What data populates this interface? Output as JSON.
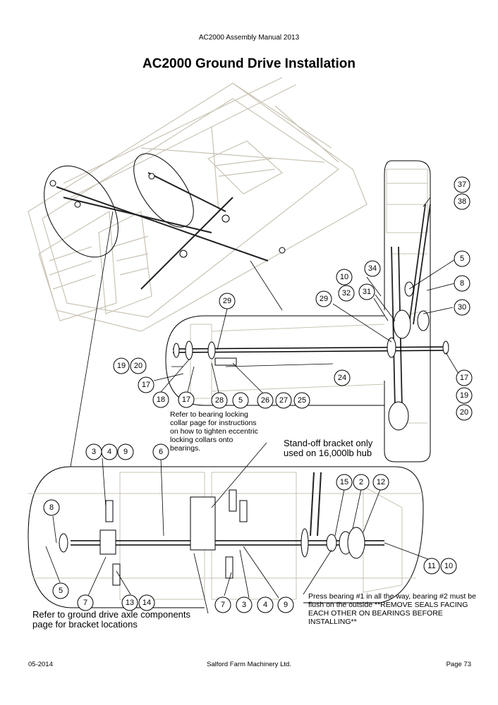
{
  "header": {
    "manual": "AC2000 Assembly Manual 2013"
  },
  "page_title": "AC2000 Ground Drive Installation",
  "notes": {
    "bearing_collar": "Refer to bearing locking collar page for instructions on how to tighten eccentric locking collars onto bearings.",
    "standoff": "Stand-off bracket only used on 16,000lb hub",
    "bracket_locations": "Refer to ground drive axle components page for bracket locations",
    "press_bearing": "Press bearing #1 in all the way, bearing #2 must be flush on the outside **REMOVE SEALS FACING EACH OTHER ON BEARINGS BEFORE INSTALLING**"
  },
  "callouts": [
    "37",
    "38",
    "5",
    "34",
    "10",
    "8",
    "32",
    "31",
    "29",
    "30",
    "29",
    "19",
    "20",
    "24",
    "17",
    "17",
    "19",
    "20",
    "18",
    "17",
    "28",
    "5",
    "26",
    "27",
    "25",
    "3",
    "4",
    "9",
    "6",
    "8",
    "15",
    "2",
    "12",
    "11",
    "10",
    "5",
    "7",
    "13",
    "14",
    "7",
    "3",
    "4",
    "9"
  ],
  "footer": {
    "date": "05-2014",
    "company": "Salford Farm Machinery Ltd.",
    "page": "Page 73"
  }
}
